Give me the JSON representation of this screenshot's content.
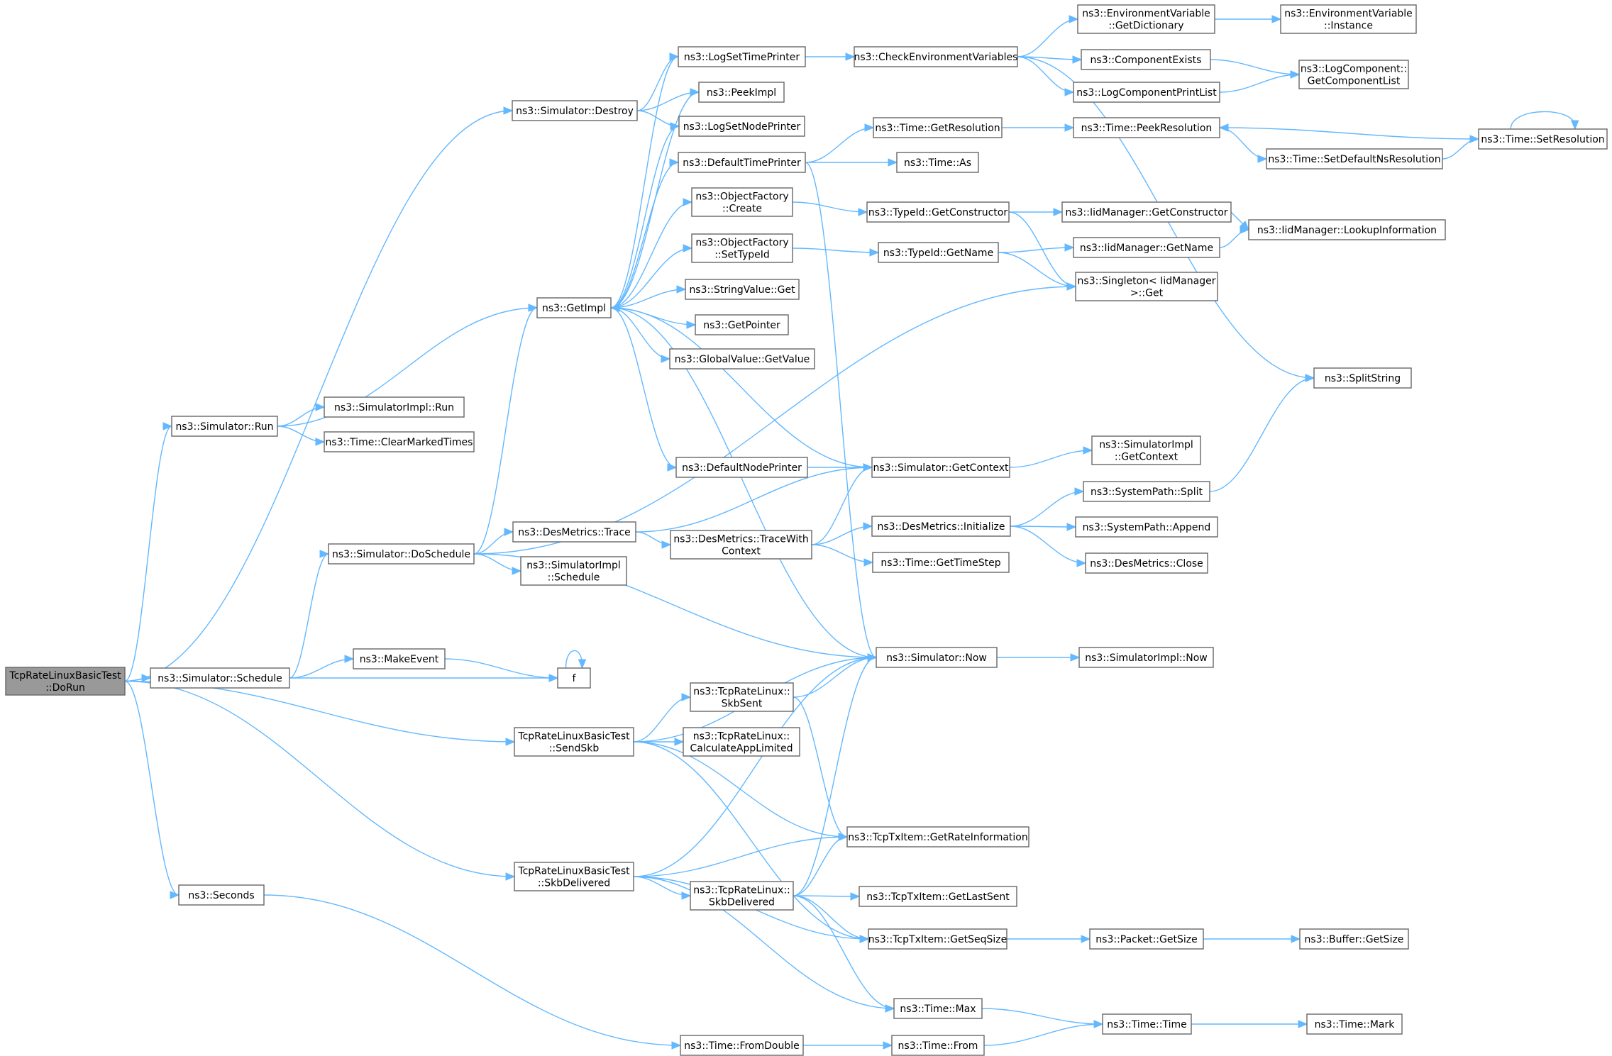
{
  "graph": {
    "title": "",
    "nodes": {
      "dorun": {
        "lines": [
          "TcpRateLinuxBasicTest",
          "::DoRun"
        ],
        "root": true
      },
      "sim_destroy": {
        "lines": [
          "ns3::Simulator::Destroy"
        ]
      },
      "sim_run": {
        "lines": [
          "ns3::Simulator::Run"
        ]
      },
      "sim_doschedule": {
        "lines": [
          "ns3::Simulator::DoSchedule"
        ]
      },
      "sim_schedule": {
        "lines": [
          "ns3::Simulator::Schedule"
        ]
      },
      "sendskb": {
        "lines": [
          "TcpRateLinuxBasicTest",
          "::SendSkb"
        ]
      },
      "skbdelivered_t": {
        "lines": [
          "TcpRateLinuxBasicTest",
          "::SkbDelivered"
        ]
      },
      "seconds": {
        "lines": [
          "ns3::Seconds"
        ]
      },
      "getimpl": {
        "lines": [
          "ns3::GetImpl"
        ]
      },
      "simimpl_run": {
        "lines": [
          "ns3::SimulatorImpl::Run"
        ]
      },
      "clearmarked": {
        "lines": [
          "ns3::Time::ClearMarkedTimes"
        ]
      },
      "desm_trace": {
        "lines": [
          "ns3::DesMetrics::Trace"
        ]
      },
      "simimpl_schedule": {
        "lines": [
          "ns3::SimulatorImpl",
          "::Schedule"
        ]
      },
      "makeevent": {
        "lines": [
          "ns3::MakeEvent"
        ]
      },
      "f": {
        "lines": [
          "f"
        ]
      },
      "logsettime": {
        "lines": [
          "ns3::LogSetTimePrinter"
        ]
      },
      "peekimpl": {
        "lines": [
          "ns3::PeekImpl"
        ]
      },
      "logsetnode": {
        "lines": [
          "ns3::LogSetNodePrinter"
        ]
      },
      "deftimeprinter": {
        "lines": [
          "ns3::DefaultTimePrinter"
        ]
      },
      "of_create": {
        "lines": [
          "ns3::ObjectFactory",
          "::Create"
        ]
      },
      "of_settypeid": {
        "lines": [
          "ns3::ObjectFactory",
          "::SetTypeId"
        ]
      },
      "strval_get": {
        "lines": [
          "ns3::StringValue::Get"
        ]
      },
      "getpointer": {
        "lines": [
          "ns3::GetPointer"
        ]
      },
      "gv_getvalue": {
        "lines": [
          "ns3::GlobalValue::GetValue"
        ]
      },
      "defnodeprinter": {
        "lines": [
          "ns3::DefaultNodePrinter"
        ]
      },
      "desm_tracewith": {
        "lines": [
          "ns3::DesMetrics::TraceWith",
          "Context"
        ]
      },
      "rl_skbsent": {
        "lines": [
          "ns3::TcpRateLinux::",
          "SkbSent"
        ]
      },
      "rl_calcapp": {
        "lines": [
          "ns3::TcpRateLinux::",
          "CalculateAppLimited"
        ]
      },
      "rl_skbdelivered": {
        "lines": [
          "ns3::TcpRateLinux::",
          "SkbDelivered"
        ]
      },
      "time_fromdouble": {
        "lines": [
          "ns3::Time::FromDouble"
        ]
      },
      "checkenv": {
        "lines": [
          "ns3::CheckEnvironmentVariables"
        ]
      },
      "time_getres": {
        "lines": [
          "ns3::Time::GetResolution"
        ]
      },
      "time_as": {
        "lines": [
          "ns3::Time::As"
        ]
      },
      "typeid_getctor": {
        "lines": [
          "ns3::TypeId::GetConstructor"
        ]
      },
      "typeid_getname": {
        "lines": [
          "ns3::TypeId::GetName"
        ]
      },
      "sim_getcontext": {
        "lines": [
          "ns3::Simulator::GetContext"
        ]
      },
      "desm_init": {
        "lines": [
          "ns3::DesMetrics::Initialize"
        ]
      },
      "time_gettimestep": {
        "lines": [
          "ns3::Time::GetTimeStep"
        ]
      },
      "sim_now": {
        "lines": [
          "ns3::Simulator::Now"
        ]
      },
      "txitem_getrate": {
        "lines": [
          "ns3::TcpTxItem::GetRateInformation"
        ]
      },
      "txitem_getlast": {
        "lines": [
          "ns3::TcpTxItem::GetLastSent"
        ]
      },
      "txitem_getseq": {
        "lines": [
          "ns3::TcpTxItem::GetSeqSize"
        ]
      },
      "time_max": {
        "lines": [
          "ns3::Time::Max"
        ]
      },
      "time_from": {
        "lines": [
          "ns3::Time::From"
        ]
      },
      "env_getdict": {
        "lines": [
          "ns3::EnvironmentVariable",
          "::GetDictionary"
        ]
      },
      "compexists": {
        "lines": [
          "ns3::ComponentExists"
        ]
      },
      "logcompprint": {
        "lines": [
          "ns3::LogComponentPrintList"
        ]
      },
      "time_peekres": {
        "lines": [
          "ns3::Time::PeekResolution"
        ]
      },
      "time_setdefns": {
        "lines": [
          "ns3::Time::SetDefaultNsResolution"
        ]
      },
      "iid_getctor": {
        "lines": [
          "ns3::IidManager::GetConstructor"
        ]
      },
      "iid_getname": {
        "lines": [
          "ns3::IidManager::GetName"
        ]
      },
      "singleton_get": {
        "lines": [
          "ns3::Singleton< IidManager",
          " >::Get"
        ]
      },
      "simimpl_getctx": {
        "lines": [
          "ns3::SimulatorImpl",
          "::GetContext"
        ]
      },
      "sp_split": {
        "lines": [
          "ns3::SystemPath::Split"
        ]
      },
      "sp_append": {
        "lines": [
          "ns3::SystemPath::Append"
        ]
      },
      "desm_close": {
        "lines": [
          "ns3::DesMetrics::Close"
        ]
      },
      "simimpl_now": {
        "lines": [
          "ns3::SimulatorImpl::Now"
        ]
      },
      "packet_getsize": {
        "lines": [
          "ns3::Packet::GetSize"
        ]
      },
      "time_time": {
        "lines": [
          "ns3::Time::Time"
        ]
      },
      "env_instance": {
        "lines": [
          "ns3::EnvironmentVariable",
          "::Instance"
        ]
      },
      "logcomp_getlist": {
        "lines": [
          "ns3::LogComponent::",
          "GetComponentList"
        ]
      },
      "time_setres": {
        "lines": [
          "ns3::Time::SetResolution"
        ]
      },
      "iid_lookup": {
        "lines": [
          "ns3::IidManager::LookupInformation"
        ]
      },
      "splitstring": {
        "lines": [
          "ns3::SplitString"
        ]
      },
      "buffer_getsize": {
        "lines": [
          "ns3::Buffer::GetSize"
        ]
      },
      "time_mark": {
        "lines": [
          "ns3::Time::Mark"
        ]
      }
    },
    "edges": [
      [
        "dorun",
        "sim_destroy"
      ],
      [
        "dorun",
        "sim_run"
      ],
      [
        "dorun",
        "sim_schedule"
      ],
      [
        "dorun",
        "sendskb"
      ],
      [
        "dorun",
        "skbdelivered_t"
      ],
      [
        "dorun",
        "seconds"
      ],
      [
        "sim_destroy",
        "logsettime"
      ],
      [
        "sim_destroy",
        "peekimpl"
      ],
      [
        "sim_destroy",
        "logsetnode"
      ],
      [
        "sim_run",
        "getimpl"
      ],
      [
        "sim_run",
        "simimpl_run"
      ],
      [
        "sim_run",
        "clearmarked"
      ],
      [
        "sim_schedule",
        "sim_doschedule"
      ],
      [
        "sim_schedule",
        "makeevent"
      ],
      [
        "sim_schedule",
        "f"
      ],
      [
        "makeevent",
        "f"
      ],
      [
        "f",
        "f"
      ],
      [
        "sim_doschedule",
        "getimpl"
      ],
      [
        "sim_doschedule",
        "desm_trace"
      ],
      [
        "sim_doschedule",
        "simimpl_schedule"
      ],
      [
        "sim_doschedule",
        "singleton_get"
      ],
      [
        "sim_doschedule",
        "sim_now"
      ],
      [
        "getimpl",
        "logsettime"
      ],
      [
        "getimpl",
        "peekimpl"
      ],
      [
        "getimpl",
        "logsetnode"
      ],
      [
        "getimpl",
        "deftimeprinter"
      ],
      [
        "getimpl",
        "of_create"
      ],
      [
        "getimpl",
        "of_settypeid"
      ],
      [
        "getimpl",
        "strval_get"
      ],
      [
        "getimpl",
        "getpointer"
      ],
      [
        "getimpl",
        "gv_getvalue"
      ],
      [
        "getimpl",
        "defnodeprinter"
      ],
      [
        "logsettime",
        "checkenv"
      ],
      [
        "checkenv",
        "env_getdict"
      ],
      [
        "checkenv",
        "compexists"
      ],
      [
        "checkenv",
        "logcompprint"
      ],
      [
        "checkenv",
        "splitstring"
      ],
      [
        "env_getdict",
        "env_instance"
      ],
      [
        "compexists",
        "logcomp_getlist"
      ],
      [
        "logcompprint",
        "logcomp_getlist"
      ],
      [
        "deftimeprinter",
        "time_getres"
      ],
      [
        "deftimeprinter",
        "time_as"
      ],
      [
        "deftimeprinter",
        "sim_now"
      ],
      [
        "time_getres",
        "time_peekres"
      ],
      [
        "time_peekres",
        "time_setdefns"
      ],
      [
        "time_setdefns",
        "time_setres"
      ],
      [
        "time_setres",
        "time_peekres"
      ],
      [
        "time_setres",
        "time_setres"
      ],
      [
        "of_create",
        "typeid_getctor"
      ],
      [
        "of_settypeid",
        "typeid_getname"
      ],
      [
        "typeid_getctor",
        "iid_getctor"
      ],
      [
        "typeid_getctor",
        "singleton_get"
      ],
      [
        "typeid_getname",
        "iid_getname"
      ],
      [
        "typeid_getname",
        "singleton_get"
      ],
      [
        "iid_getctor",
        "iid_lookup"
      ],
      [
        "iid_getname",
        "iid_lookup"
      ],
      [
        "defnodeprinter",
        "sim_getcontext"
      ],
      [
        "sim_getcontext",
        "getimpl"
      ],
      [
        "sim_getcontext",
        "simimpl_getctx"
      ],
      [
        "desm_trace",
        "sim_getcontext"
      ],
      [
        "desm_trace",
        "desm_tracewith"
      ],
      [
        "desm_tracewith",
        "sim_getcontext"
      ],
      [
        "desm_tracewith",
        "desm_init"
      ],
      [
        "desm_tracewith",
        "time_gettimestep"
      ],
      [
        "desm_init",
        "sp_split"
      ],
      [
        "desm_init",
        "sp_append"
      ],
      [
        "desm_init",
        "desm_close"
      ],
      [
        "sp_split",
        "splitstring"
      ],
      [
        "sim_now",
        "getimpl"
      ],
      [
        "sim_now",
        "simimpl_now"
      ],
      [
        "sendskb",
        "sim_now"
      ],
      [
        "sendskb",
        "rl_skbsent"
      ],
      [
        "sendskb",
        "rl_calcapp"
      ],
      [
        "sendskb",
        "txitem_getrate"
      ],
      [
        "sendskb",
        "txitem_getseq"
      ],
      [
        "rl_skbsent",
        "sim_now"
      ],
      [
        "rl_skbsent",
        "txitem_getrate"
      ],
      [
        "skbdelivered_t",
        "sim_now"
      ],
      [
        "skbdelivered_t",
        "txitem_getrate"
      ],
      [
        "skbdelivered_t",
        "rl_skbdelivered"
      ],
      [
        "skbdelivered_t",
        "txitem_getseq"
      ],
      [
        "skbdelivered_t",
        "time_max"
      ],
      [
        "rl_skbdelivered",
        "sim_now"
      ],
      [
        "rl_skbdelivered",
        "txitem_getrate"
      ],
      [
        "rl_skbdelivered",
        "txitem_getlast"
      ],
      [
        "rl_skbdelivered",
        "txitem_getseq"
      ],
      [
        "rl_skbdelivered",
        "time_max"
      ],
      [
        "txitem_getseq",
        "packet_getsize"
      ],
      [
        "packet_getsize",
        "buffer_getsize"
      ],
      [
        "time_max",
        "time_time"
      ],
      [
        "time_time",
        "time_mark"
      ],
      [
        "seconds",
        "time_fromdouble"
      ],
      [
        "time_fromdouble",
        "time_from"
      ],
      [
        "time_from",
        "time_time"
      ]
    ],
    "colors": {
      "edge": "#63b8ff",
      "node_border": "#666666",
      "root_fill": "#999999",
      "node_fill": "#ffffff"
    }
  }
}
